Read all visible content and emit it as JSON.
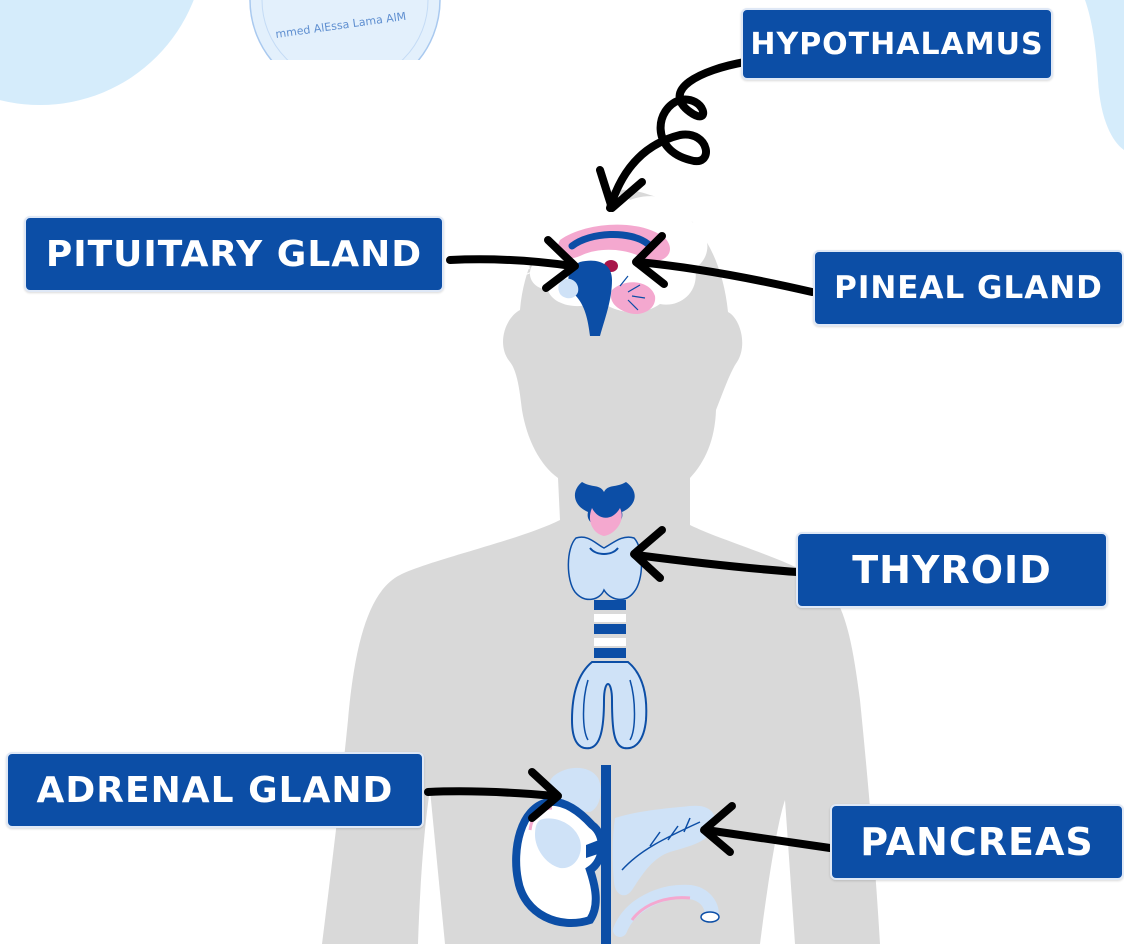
{
  "labels": {
    "hypothalamus": "HYPOTHALAMUS",
    "pituitary": "PITUITARY GLAND",
    "pineal": "PINEAL GLAND",
    "thyroid": "THYROID",
    "adrenal": "ADRENAL GLAND",
    "pancreas": "PANCREAS"
  },
  "seal": {
    "text": "mmed AlEssa   Lama AlM"
  },
  "colors": {
    "label_bg": "#0c4ea6",
    "silhouette": "#d9d9d9",
    "arrow": "#000000",
    "organ_blue": "#0c4ea6",
    "organ_light": "#cfe2f7",
    "organ_pink": "#f4a8cf"
  }
}
